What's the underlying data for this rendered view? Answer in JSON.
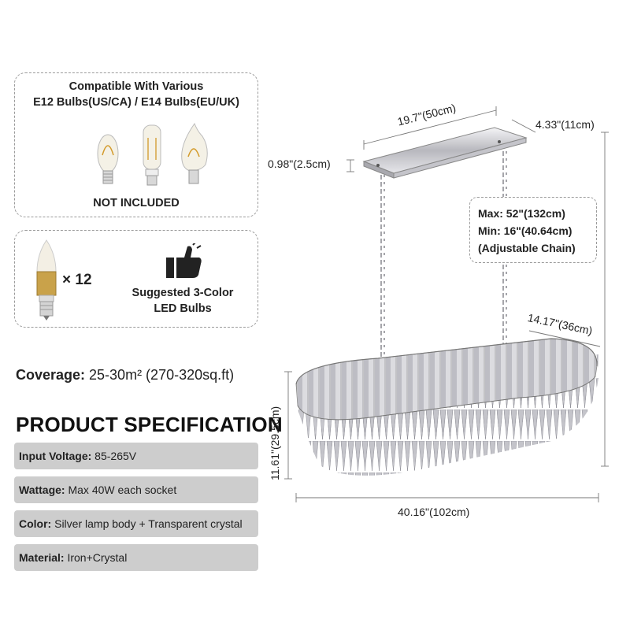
{
  "bulbs_box": {
    "title_line1": "Compatible With Various",
    "title_line2": "E12 Bulbs(US/CA) / E14 Bulbs(EU/UK)",
    "not_included": "NOT INCLUDED"
  },
  "led_box": {
    "count": "× 12",
    "suggest_line1": "Suggested 3-Color",
    "suggest_line2": "LED Bulbs"
  },
  "coverage": {
    "label": "Coverage:",
    "value": " 25-30m² (270-320sq.ft)"
  },
  "spec": {
    "title": "PRODUCT SPECIFICATION",
    "rows": [
      {
        "key": "Input Voltage:",
        "value": " 85-265V"
      },
      {
        "key": "Wattage:",
        "value": " Max 40W each socket"
      },
      {
        "key": "Color:",
        "value": " Silver lamp body + Transparent crystal"
      },
      {
        "key": "Material:",
        "value": " Iron+Crystal"
      }
    ]
  },
  "dimensions": {
    "canopy_length": "19.7\"(50cm)",
    "canopy_width": "4.33\"(11cm)",
    "canopy_height": "0.98\"(2.5cm)",
    "depth": "14.17\"(36cm)",
    "height": "11.61\"(29.5cm)",
    "length": "40.16\"(102cm)"
  },
  "chain_box": {
    "max": "Max: 52\"(132cm)",
    "min": "Min: 16\"(40.64cm)",
    "note": "(Adjustable Chain)"
  },
  "colors": {
    "spec_row_bg": "#cdcdcd",
    "box_border": "#9a9a9a",
    "chrome": "#c8c8cc",
    "gold": "#c9a24a"
  }
}
